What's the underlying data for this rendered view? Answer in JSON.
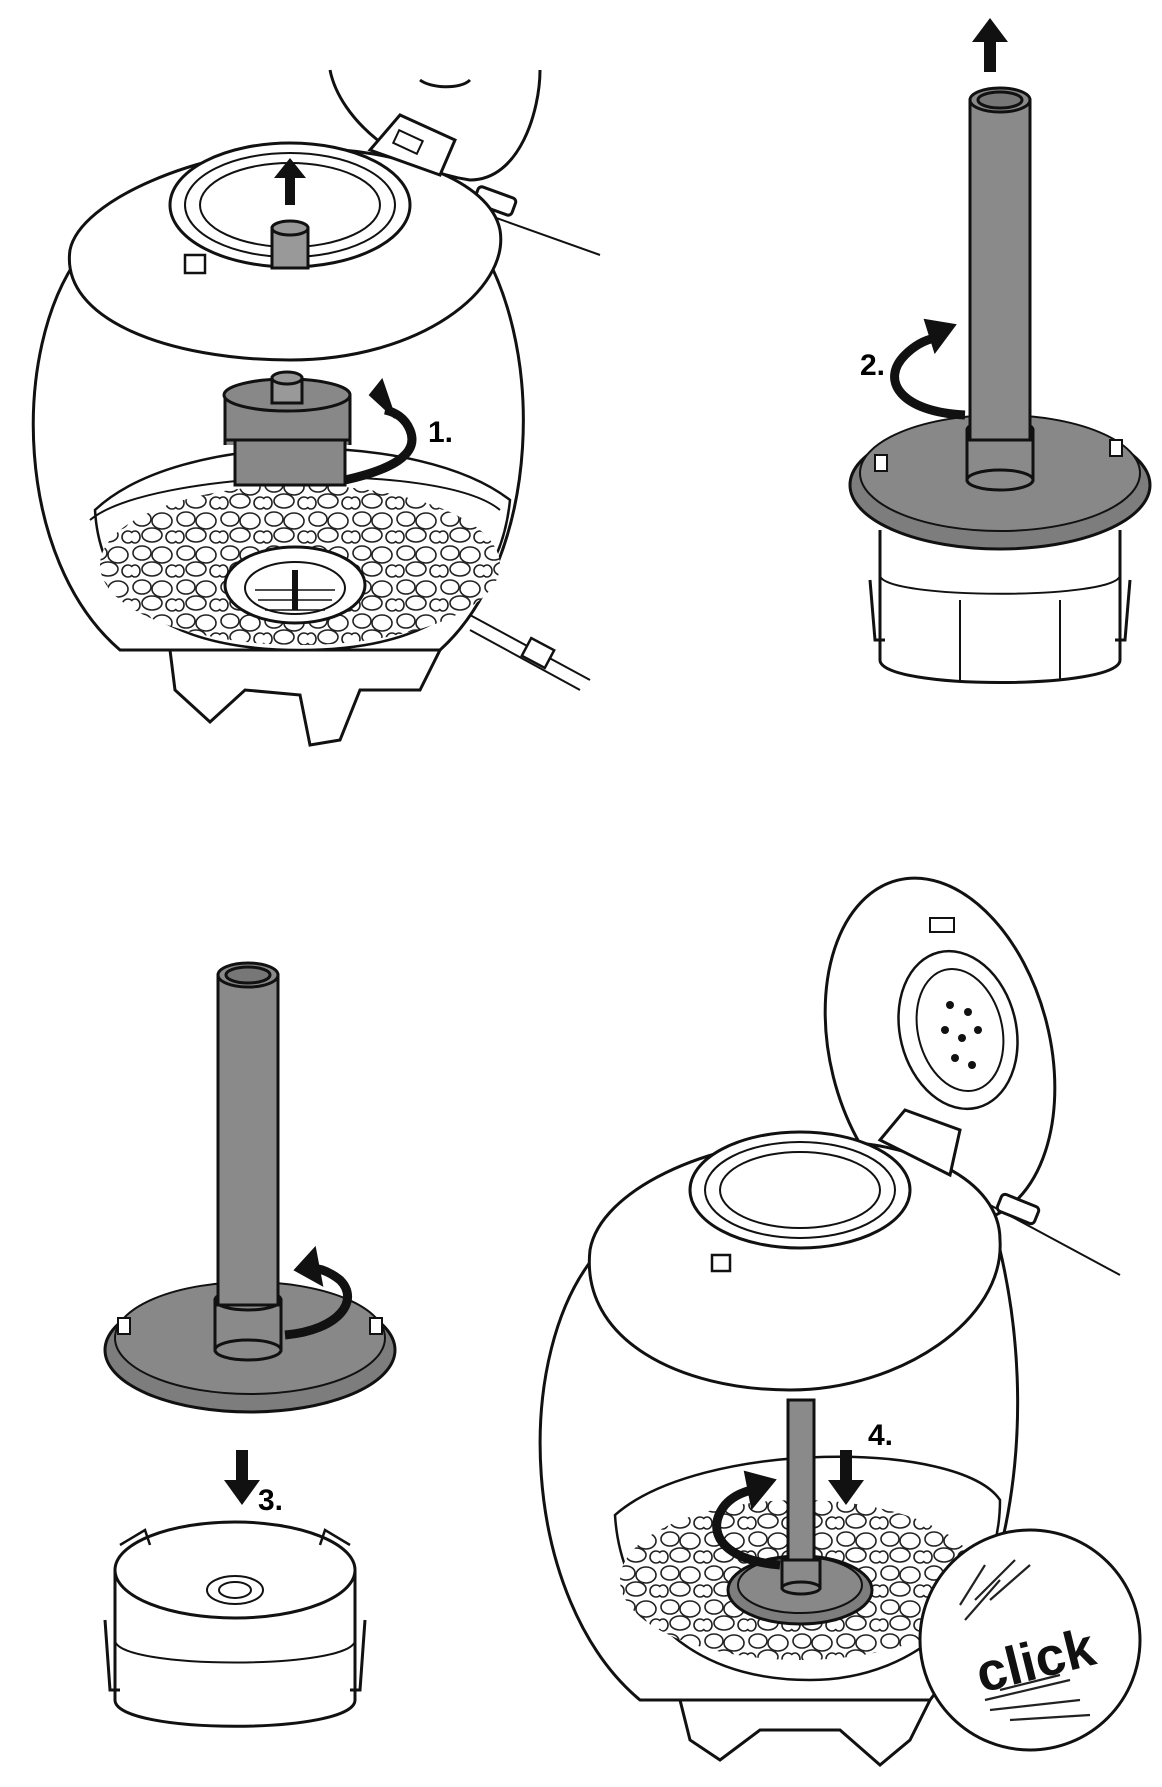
{
  "panels": [
    {
      "id": "panel-1",
      "step_label": "1."
    },
    {
      "id": "panel-2",
      "step_label": "2."
    },
    {
      "id": "panel-3",
      "step_label": "3."
    },
    {
      "id": "panel-4",
      "step_label": "4.",
      "callout_text": "click"
    }
  ],
  "colors": {
    "line": "#111111",
    "tube_fill": "#8a8a8a",
    "disc_fill": "#7d7d7d",
    "white": "#ffffff"
  }
}
